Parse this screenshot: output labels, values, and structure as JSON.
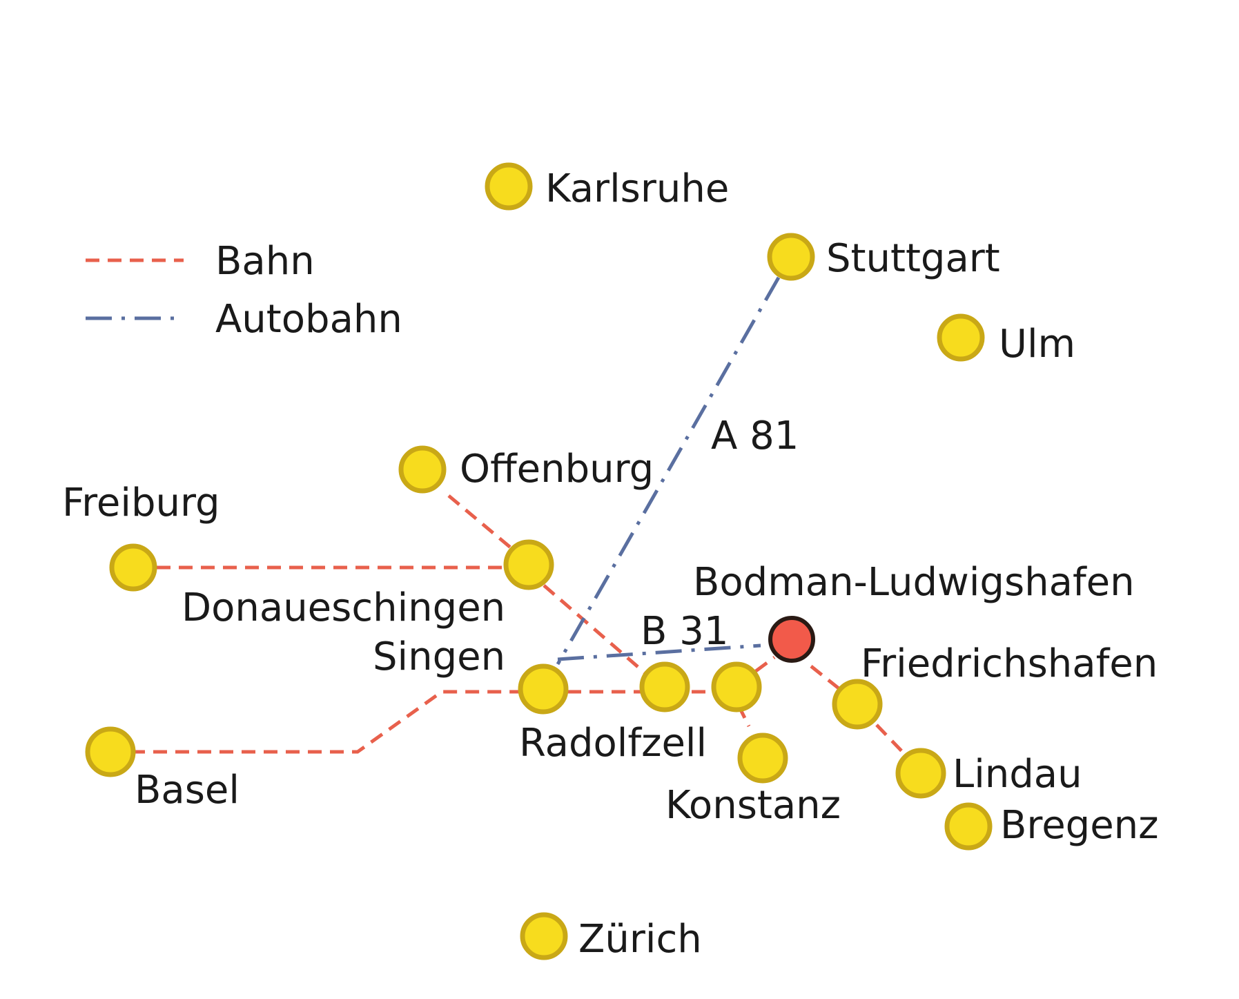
{
  "legend": {
    "bahn_label": "Bahn",
    "autobahn_label": "Autobahn"
  },
  "colors": {
    "bahn": "#e8604c",
    "autobahn": "#5a6fa0",
    "city_fill": "#f7dc1e",
    "city_stroke": "#c9a816",
    "destination_fill": "#f25a4a",
    "destination_stroke": "#2a1a14"
  },
  "roads": {
    "a81_label": "A 81",
    "b31_label": "B 31"
  },
  "cities": {
    "karlsruhe": "Karlsruhe",
    "stuttgart": "Stuttgart",
    "ulm": "Ulm",
    "offenburg": "Offenburg",
    "freiburg": "Freiburg",
    "donaueschingen": "Donaueschingen",
    "singen": "Singen",
    "radolfzell": "Radolfzell",
    "konstanz": "Konstanz",
    "bodman": "Bodman-Ludwigshafen",
    "friedrichshafen": "Friedrichshafen",
    "lindau": "Lindau",
    "bregenz": "Bregenz",
    "basel": "Basel",
    "zurich": "Zürich"
  }
}
